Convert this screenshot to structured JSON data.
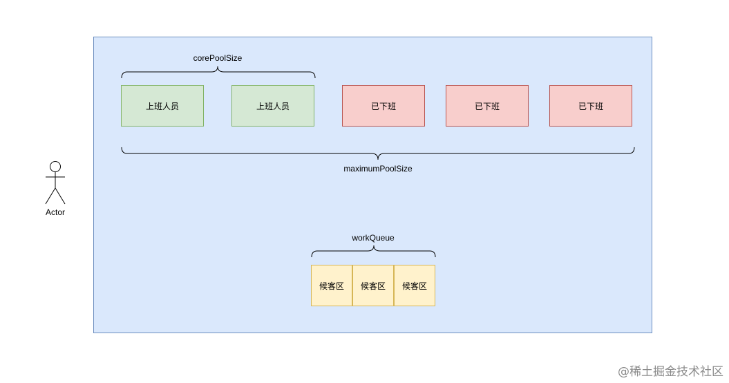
{
  "pool": {
    "core_label": "corePoolSize",
    "max_label": "maximumPoolSize",
    "workers": [
      "上班人员",
      "上班人员"
    ],
    "idle": [
      "已下班",
      "已下班",
      "已下班"
    ]
  },
  "queue": {
    "label": "workQueue",
    "slots": [
      "候客区",
      "候客区",
      "候客区"
    ]
  },
  "actor": {
    "label": "Actor"
  },
  "watermark": "@稀土掘金技术社区",
  "colors": {
    "pool_fill": "#dae8fc",
    "pool_stroke": "#6c8ebf",
    "worker_fill": "#d5e8d4",
    "worker_stroke": "#82b366",
    "idle_fill": "#f8cecc",
    "idle_stroke": "#b85450",
    "queue_fill": "#fff2cc",
    "queue_stroke": "#d6b656"
  }
}
